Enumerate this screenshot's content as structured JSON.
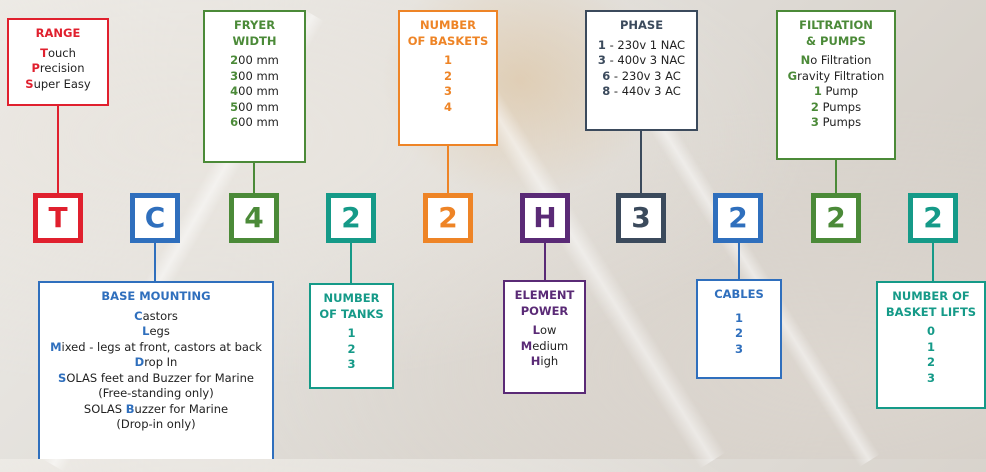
{
  "colors": {
    "range": "#e0202e",
    "base_mounting": "#2f6fbd",
    "fryer_width": "#4b8a38",
    "tanks": "#159a88",
    "baskets": "#ee8426",
    "element_power": "#5a2a76",
    "phase": "#3b4a5c",
    "cables": "#2f6fbd",
    "filtration": "#4b8a38",
    "basket_lifts": "#159a88"
  },
  "code_letters": [
    "T",
    "C",
    "4",
    "2",
    "2",
    "H",
    "3",
    "2",
    "2",
    "2"
  ],
  "range": {
    "title": "RANGE",
    "items": [
      {
        "initial": "T",
        "rest": "ouch"
      },
      {
        "initial": "P",
        "rest": "recision"
      },
      {
        "initial": "S",
        "rest": "uper Easy"
      }
    ]
  },
  "fryer_width": {
    "title_line1": "FRYER",
    "title_line2": "WIDTH",
    "items": [
      {
        "initial": "2",
        "rest": "00 mm"
      },
      {
        "initial": "3",
        "rest": "00 mm"
      },
      {
        "initial": "4",
        "rest": "00 mm"
      },
      {
        "initial": "5",
        "rest": "00 mm"
      },
      {
        "initial": "6",
        "rest": "00 mm"
      }
    ]
  },
  "baskets": {
    "title_line1": "NUMBER",
    "title_line2": "OF BASKETS",
    "items": [
      "1",
      "2",
      "3",
      "4"
    ]
  },
  "phase": {
    "title": "PHASE",
    "items": [
      {
        "initial": "1",
        "rest": " - 230v 1 NAC"
      },
      {
        "initial": "3",
        "rest": " - 400v 3 NAC"
      },
      {
        "initial": "6",
        "rest": " - 230v 3 AC"
      },
      {
        "initial": "8",
        "rest": " - 440v 3 AC"
      }
    ]
  },
  "filtration": {
    "title_line1": "FILTRATION",
    "title_line2": "& PUMPS",
    "items": [
      {
        "initial": "N",
        "rest": "o Filtration"
      },
      {
        "initial": "G",
        "rest": "ravity Filtration"
      },
      {
        "initial": "1",
        "rest": " Pump"
      },
      {
        "initial": "2",
        "rest": " Pumps"
      },
      {
        "initial": "3",
        "rest": " Pumps"
      }
    ]
  },
  "base_mounting": {
    "title": "BASE MOUNTING",
    "items": [
      {
        "pre": "",
        "initial": "C",
        "rest": "astors"
      },
      {
        "pre": "",
        "initial": "L",
        "rest": "egs"
      },
      {
        "pre": "",
        "initial": "M",
        "rest": "ixed - legs at front, castors at back"
      },
      {
        "pre": "",
        "initial": "D",
        "rest": "rop In"
      },
      {
        "pre": "",
        "initial": "S",
        "rest": "OLAS feet and Buzzer for Marine"
      },
      {
        "pre": "",
        "initial": "",
        "rest": "(Free-standing only)"
      },
      {
        "pre": "SOLAS ",
        "initial": "B",
        "rest": "uzzer for Marine"
      },
      {
        "pre": "",
        "initial": "",
        "rest": "(Drop-in only)"
      }
    ]
  },
  "tanks": {
    "title_line1": "NUMBER",
    "title_line2": "OF TANKS",
    "items": [
      "1",
      "2",
      "3"
    ]
  },
  "element_power": {
    "title_line1": "ELEMENT",
    "title_line2": "POWER",
    "items": [
      {
        "initial": "L",
        "rest": "ow"
      },
      {
        "initial": "M",
        "rest": "edium"
      },
      {
        "initial": "H",
        "rest": "igh"
      }
    ]
  },
  "cables": {
    "title": "CABLES",
    "items": [
      "1",
      "2",
      "3"
    ]
  },
  "basket_lifts": {
    "title_line1": "NUMBER OF",
    "title_line2": "BASKET LIFTS",
    "items": [
      "0",
      "1",
      "2",
      "3"
    ]
  }
}
